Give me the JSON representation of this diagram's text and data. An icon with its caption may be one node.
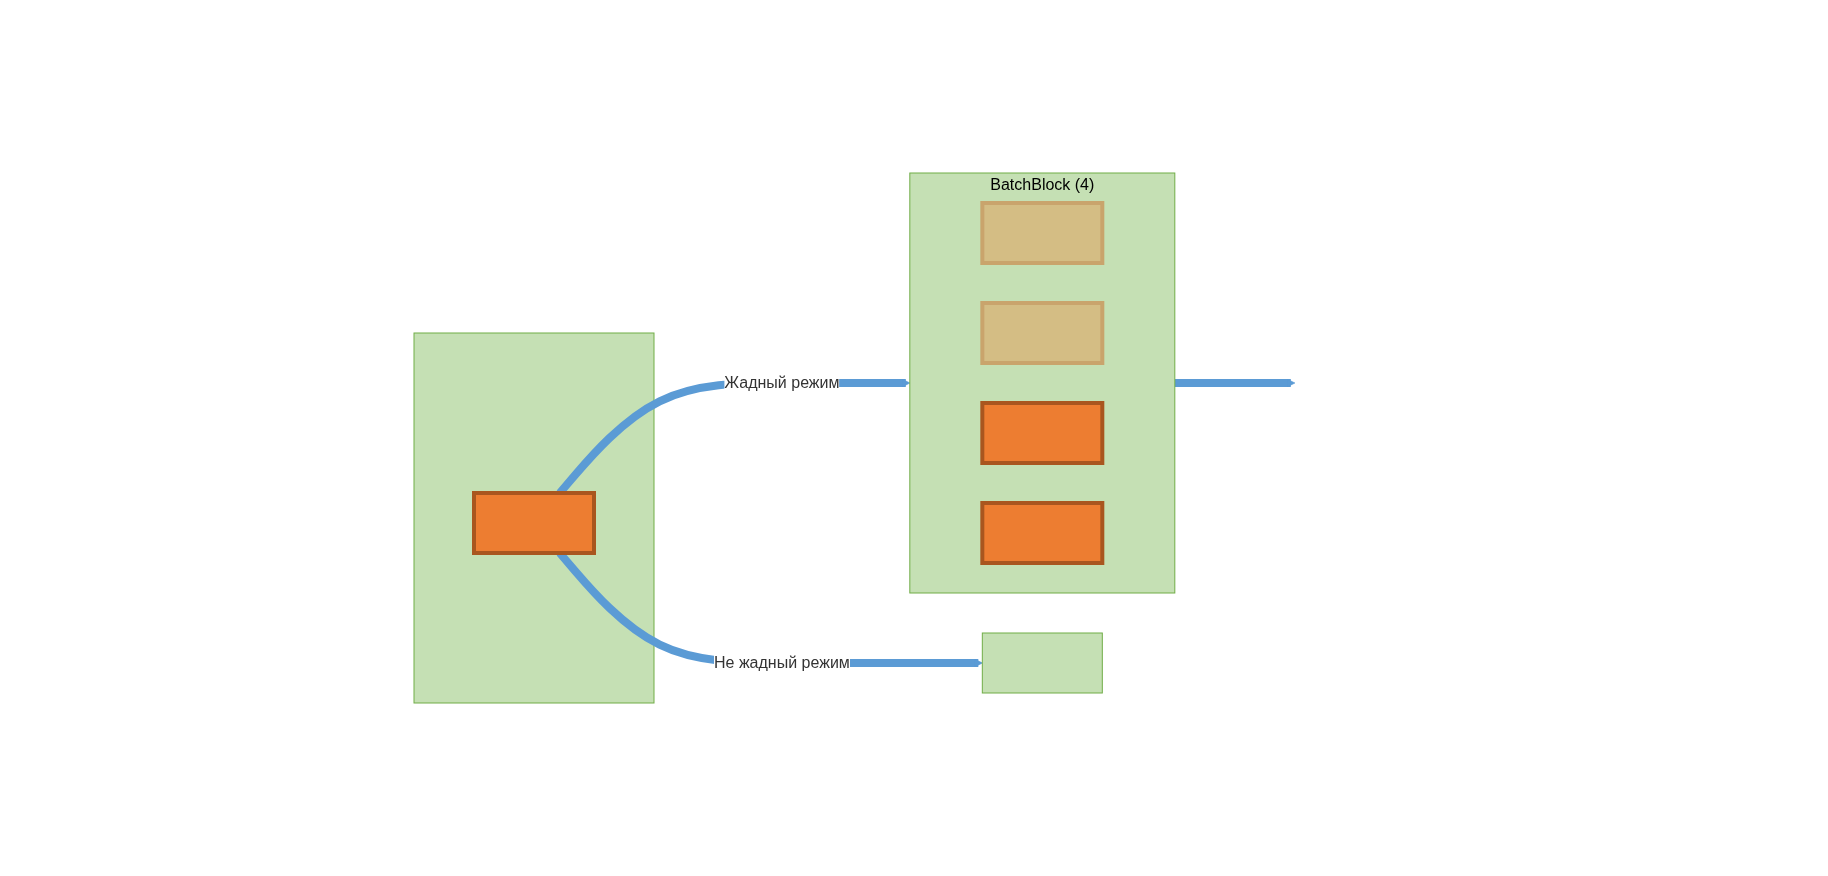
{
  "diagram": {
    "nodes": [
      {
        "text": [],
        "shape": "box"
      },
      {
        "text": [],
        "shape": "box",
        "in": 0
      },
      {
        "text": [
          "BatchBlock (4)"
        ]
      },
      {
        "text": [],
        "shape": "box",
        "in": 2
      },
      {
        "text": [],
        "shape": "box",
        "in": 2
      },
      {
        "text": [],
        "shape": "box",
        "in": 2
      },
      {
        "text": [],
        "shape": "box",
        "in": 2
      },
      {
        "text": [],
        "shape": "box"
      }
    ],
    "edges": [
      {
        "from": 1,
        "to": 2,
        "arrow": "to",
        "label": "Жадный режим"
      },
      {
        "from": 1,
        "to": 7,
        "arrow": "to",
        "label": "Не жадный режим"
      },
      {
        "from": 2,
        "to": null,
        "arrow": "to"
      }
    ]
  }
}
